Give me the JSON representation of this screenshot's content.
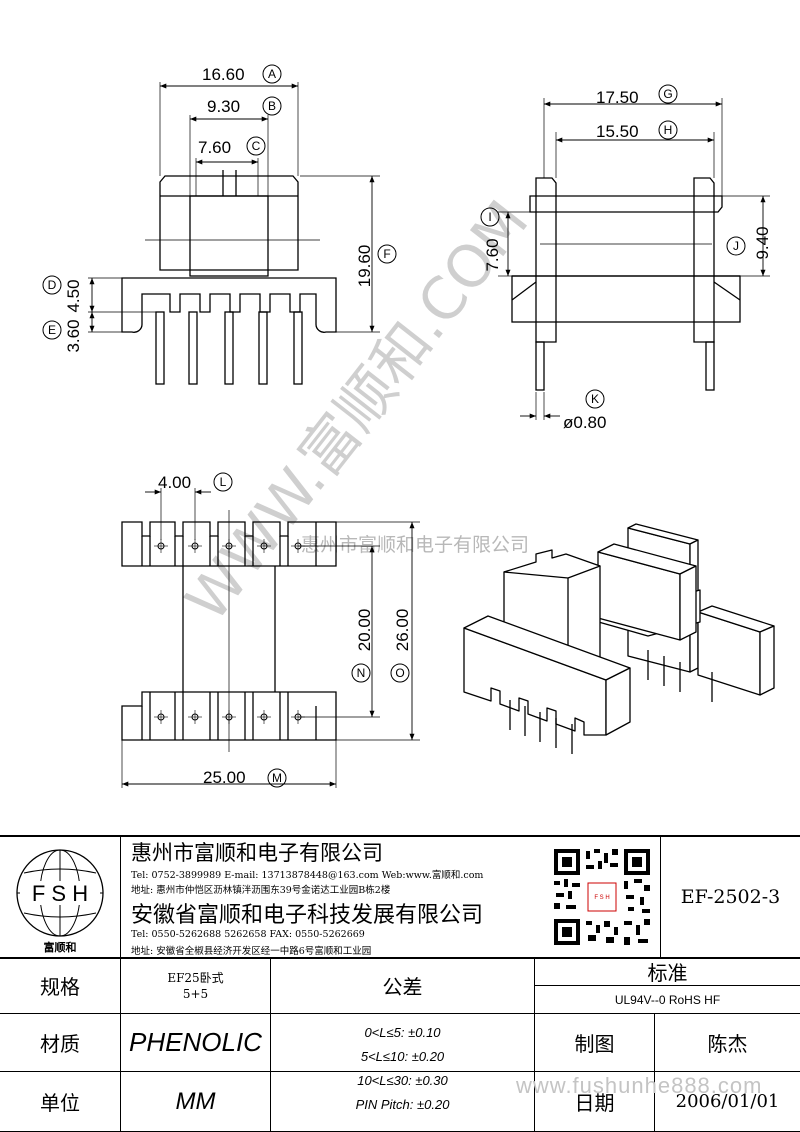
{
  "dimensions": {
    "A": {
      "label": "A",
      "value": "16.60"
    },
    "B": {
      "label": "B",
      "value": "9.30"
    },
    "C": {
      "label": "C",
      "value": "7.60"
    },
    "D": {
      "label": "D",
      "value": "4.50"
    },
    "E": {
      "label": "E",
      "value": "3.60"
    },
    "F": {
      "label": "F",
      "value": "19.60"
    },
    "G": {
      "label": "G",
      "value": "17.50"
    },
    "H": {
      "label": "H",
      "value": "15.50"
    },
    "I": {
      "label": "I",
      "value": "7.60"
    },
    "J": {
      "label": "J",
      "value": "9.40"
    },
    "K": {
      "label": "K",
      "value": "ø0.80"
    },
    "L": {
      "label": "L",
      "value": "4.00"
    },
    "M": {
      "label": "M",
      "value": "25.00"
    },
    "N": {
      "label": "N",
      "value": "20.00"
    },
    "O": {
      "label": "O",
      "value": "26.00"
    }
  },
  "watermark": {
    "diagonal": "WWW.富顺和.COM",
    "center": "惠州市富顺和电子有限公司",
    "footer": "www.fushunhe888.com"
  },
  "title_block": {
    "logo_letters": "F S H",
    "logo_caption": "富顺和",
    "company1": "惠州市富顺和电子有限公司",
    "company1_contact": "Tel:  0752-3899989  E-mail: 13713878448@163.com  Web:www.富顺和.com",
    "company1_address": "地址: 惠州市仲恺区沥林镇泮沥围东39号金诺达工业园B栋2楼",
    "company2": "安徽省富顺和电子科技发展有限公司",
    "company2_contact": "Tel:  0550-5262688  5262658      FAX:  0550-5262669",
    "company2_address": "地址: 安徽省全椒县经济开发区经一中路6号富顺和工业园",
    "part_number": "EF-2502-3",
    "spec_label": "规格",
    "spec_value_line1": "EF25卧式",
    "spec_value_line2": "5+5",
    "material_label": "材质",
    "material_value": "PHENOLIC",
    "unit_label": "单位",
    "unit_value": "MM",
    "tolerance_label": "公差",
    "tolerances": [
      "0<L≤5: ±0.10",
      "5<L≤10: ±0.20",
      "10<L≤30: ±0.30",
      "PIN Pitch: ±0.20"
    ],
    "standard_label": "标准",
    "standard_value": "UL94V--0  RoHS HF",
    "drawn_label": "制图",
    "drawn_value": "陈杰",
    "date_label": "日期",
    "date_value": "2006/01/01"
  }
}
